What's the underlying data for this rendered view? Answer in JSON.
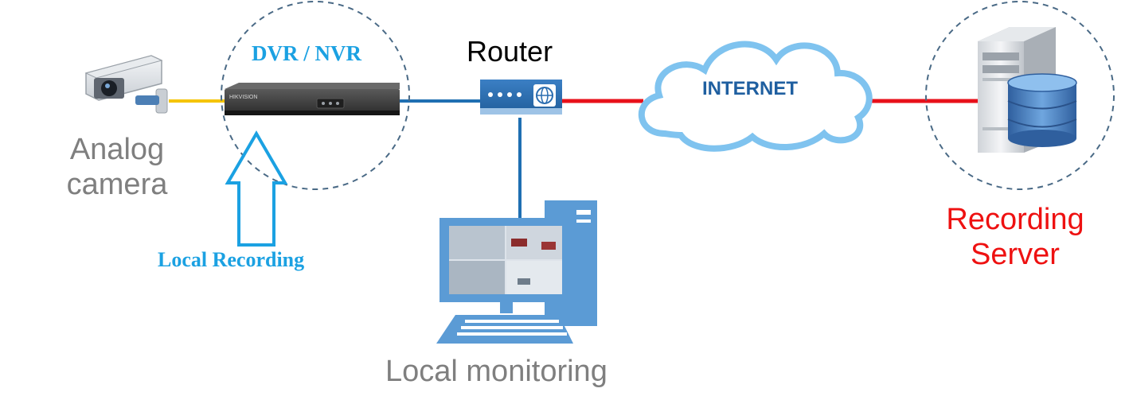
{
  "labels": {
    "analog_camera_line1": "Analog",
    "analog_camera_line2": "camera",
    "dvr_nvr": "DVR / NVR",
    "router": "Router",
    "internet": "INTERNET",
    "recording_server_line1": "Recording",
    "recording_server_line2": "Server",
    "local_recording": "Local Recording",
    "local_monitoring": "Local monitoring",
    "dvr_brand": "HIKVISION"
  },
  "colors": {
    "camera_link": "#f5c400",
    "lan_link": "#1f6fb2",
    "wan_link": "#e8101a",
    "dashed_circle": "#4a6a86",
    "cloud_outline": "#7fc3ef",
    "accent_blue": "#1ba1e2",
    "label_gray": "#7f7f7f",
    "label_red": "#ee1111",
    "computer_blue": "#5b9bd5"
  },
  "icons": {
    "camera": "cctv-camera-icon",
    "dvr": "dvr-box-icon",
    "router": "router-icon",
    "cloud": "cloud-icon",
    "computer": "desktop-computer-icon",
    "server": "database-server-icon",
    "arrow": "hollow-up-arrow-icon"
  }
}
